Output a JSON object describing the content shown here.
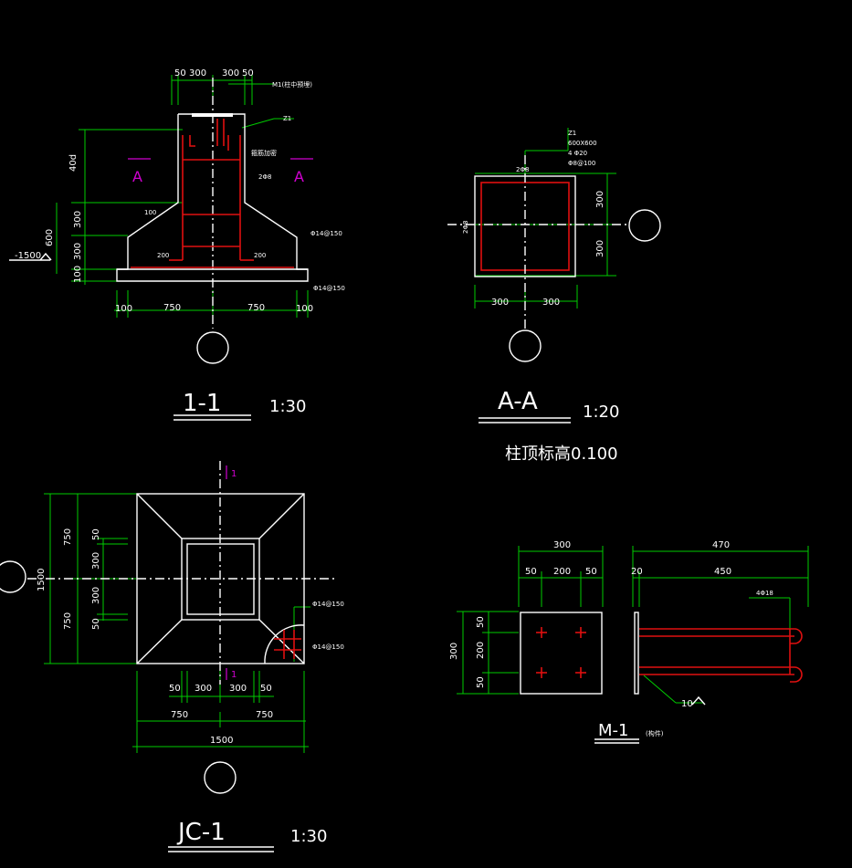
{
  "colors": {
    "background": "#000000",
    "outline": "#ffffff",
    "dimension": "#00cc00",
    "rebar": "#e01010",
    "section_mark": "#d000d0"
  },
  "s11": {
    "title": "1-1",
    "scale": "1:30",
    "top_dims": [
      "50",
      "300",
      "300",
      "50"
    ],
    "bottom_dims": [
      "100",
      "750",
      "750",
      "100"
    ],
    "left_dims": [
      "40d",
      "300",
      "300",
      "100"
    ],
    "left_total": "600",
    "elevation": "-1500",
    "embed_note": "M1(柱中预埋)",
    "z1": "Z1",
    "stirrup_note": "箍筋加密",
    "bar_2phi8": "2Φ8",
    "dim_100": "100",
    "dim_200_l": "200",
    "dim_200_r": "200",
    "bar_phi14_a": "Φ14@150",
    "bar_phi14_b": "Φ14@150",
    "section_left": "A",
    "section_right": "A"
  },
  "saa": {
    "title": "A-A",
    "scale": "1:20",
    "caption": "柱顶标高0.100",
    "z1_lines": [
      "Z1",
      "600X600",
      "4 Φ20",
      "Φ8@100"
    ],
    "top_bar": "2Φ8",
    "left_bar": "2Φ8",
    "right_dims": [
      "300",
      "300"
    ],
    "bottom_dims": [
      "300",
      "300"
    ]
  },
  "jc1": {
    "title": "JC-1",
    "scale": "1:30",
    "left_outer": [
      "750",
      "750"
    ],
    "left_total": "1500",
    "left_inner": [
      "50",
      "300",
      "300",
      "50"
    ],
    "bottom_inner": [
      "50",
      "300",
      "300",
      "50"
    ],
    "bottom_mid": [
      "750",
      "750"
    ],
    "bottom_total": "1500",
    "mark_top": "1",
    "mark_bottom": "1",
    "bar_a": "Φ14@150",
    "bar_b": "Φ14@150"
  },
  "m1": {
    "title": "M-1",
    "note": "(构件)",
    "top_total": "300",
    "top_dims": [
      "50",
      "200",
      "50"
    ],
    "left_total": "300",
    "left_dims": [
      "50",
      "200",
      "50"
    ],
    "side_total": "470",
    "side_dims": [
      "20",
      "450"
    ],
    "bar": "4Φ18",
    "weld": "10"
  }
}
